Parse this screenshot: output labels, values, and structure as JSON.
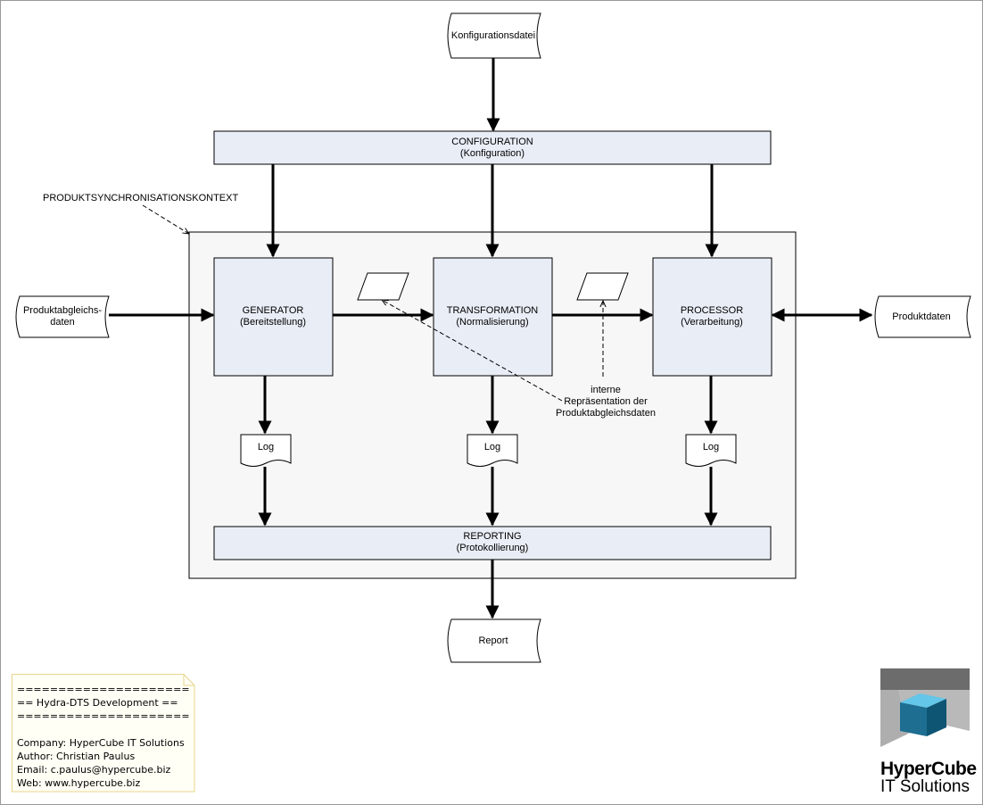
{
  "inputs": {
    "config_file": "Konfigurationsdatei",
    "product_sync_data": [
      "Produktabgleichs-",
      "daten"
    ],
    "product_data": "Produktdaten",
    "report": "Report"
  },
  "context_label": "PRODUKTSYNCHRONISATIONSKONTEXT",
  "configuration": {
    "title": "CONFIGURATION",
    "subtitle": "(Konfiguration)"
  },
  "generator": {
    "title": "GENERATOR",
    "subtitle": "(Bereitstellung)"
  },
  "transformation": {
    "title": "TRANSFORMATION",
    "subtitle": "(Normalisierung)"
  },
  "processor": {
    "title": "PROCESSOR",
    "subtitle": "(Verarbeitung)"
  },
  "reporting": {
    "title": "REPORTING",
    "subtitle": "(Protokollierung)"
  },
  "log_label": "Log",
  "annotation": [
    "interne",
    "Repräsentation der",
    "Produktabgleichsdaten"
  ],
  "note": {
    "lines": [
      "=====================",
      "== Hydra-DTS Development ==",
      "=====================",
      "",
      "Company: HyperCube IT Solutions",
      "Author: Christian Paulus",
      "Email: c.paulus@hypercube.biz",
      "Web: www.hypercube.biz"
    ]
  },
  "logo": {
    "name": "HyperCube",
    "tagline": "IT Solutions"
  },
  "colors": {
    "box_fill": "#e9edf6",
    "context_fill": "#f7f7f7",
    "note_fill": "#fffff5",
    "note_border": "#e8d48a",
    "logo_top": "#6c6c6c",
    "logo_bottom": "#b9b9b9",
    "cube_front": "#1d6e91",
    "cube_top": "#64c6e8",
    "cube_side": "#0e5473"
  }
}
